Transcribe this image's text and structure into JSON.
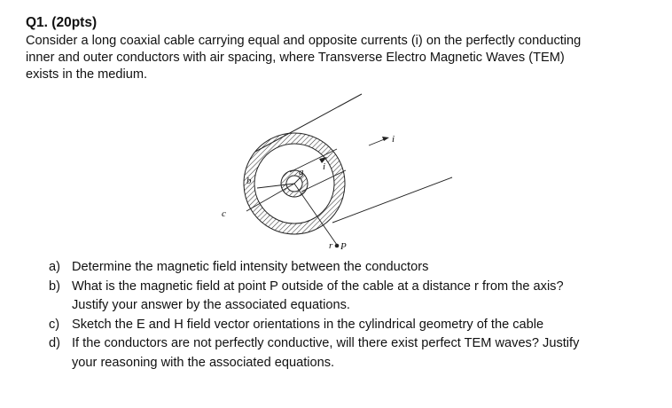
{
  "question": {
    "title": "Q1. (20pts)",
    "intro_lines": [
      "Consider a long coaxial cable carrying equal and opposite currents (i) on the perfectly conducting",
      "inner and outer conductors with air spacing, where Transverse Electro Magnetic Waves (TEM)",
      "exists in the medium."
    ]
  },
  "figure": {
    "labels": {
      "a": "a",
      "b": "b",
      "c": "c",
      "i_inner": "i",
      "i_outer": "i",
      "r": "r",
      "P": "P"
    }
  },
  "parts": [
    {
      "marker": "a)",
      "lines": [
        "Determine the magnetic field intensity between the conductors"
      ]
    },
    {
      "marker": "b)",
      "lines": [
        "What is the magnetic field at point P outside of the cable at a distance r from the axis?",
        "Justify your answer by the associated equations."
      ]
    },
    {
      "marker": "c)",
      "lines": [
        "Sketch the E and H field vector orientations in the cylindrical geometry of the cable"
      ]
    },
    {
      "marker": "d)",
      "lines": [
        "If the conductors are not perfectly conductive, will there exist perfect TEM waves? Justify",
        "your reasoning with the associated equations."
      ]
    }
  ]
}
